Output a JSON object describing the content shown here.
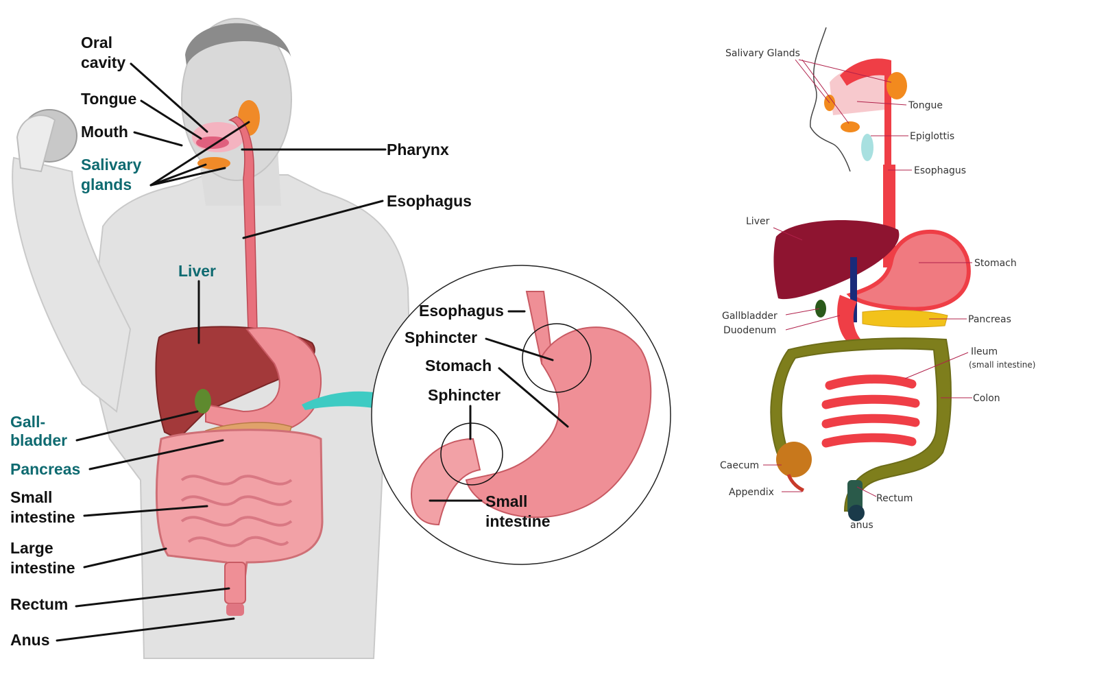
{
  "figure_a": {
    "labels": {
      "oral_cavity_1": "Oral",
      "oral_cavity_2": "cavity",
      "tongue": "Tongue",
      "mouth": "Mouth",
      "salivary_1": "Salivary",
      "salivary_2": "glands",
      "pharynx": "Pharynx",
      "esophagus": "Esophagus",
      "liver": "Liver",
      "gallbladder_1": "Gall-",
      "gallbladder_2": "bladder",
      "pancreas": "Pancreas",
      "small_intestine_1": "Small",
      "small_intestine_2": "intestine",
      "large_intestine_1": "Large",
      "large_intestine_2": "intestine",
      "rectum": "Rectum",
      "anus": "Anus"
    },
    "inset": {
      "esophagus": "Esophagus",
      "sphincter_top": "Sphincter",
      "stomach": "Stomach",
      "sphincter_bottom": "Sphincter",
      "small_intestine_1": "Small",
      "small_intestine_2": "intestine"
    }
  },
  "figure_b": {
    "labels": {
      "salivary_glands": "Salivary Glands",
      "tongue": "Tongue",
      "epiglottis": "Epiglottis",
      "esophagus": "Esophagus",
      "liver": "Liver",
      "stomach": "Stomach",
      "gallbladder": "Gallbladder",
      "duodenum": "Duodenum",
      "pancreas": "Pancreas",
      "ileum": "Ileum",
      "ileum_note": "(small intestine)",
      "colon": "Colon",
      "caecum": "Caecum",
      "appendix": "Appendix",
      "rectum": "Rectum",
      "anus": "anus"
    }
  },
  "colors": {
    "skin": "#dedede",
    "liver_a": "#a3393a",
    "stomach_a": "#ef8f96",
    "intestine_a": "#f2a1a6",
    "teal_label": "#0e6a70",
    "arrow": "#3ecbc3",
    "tract_b": "#ef3e46",
    "liver_b": "#8e1430",
    "colon_b": "#8a8a1e",
    "pancreas_b": "#f2c21a",
    "gland_b": "#f28a1e"
  }
}
